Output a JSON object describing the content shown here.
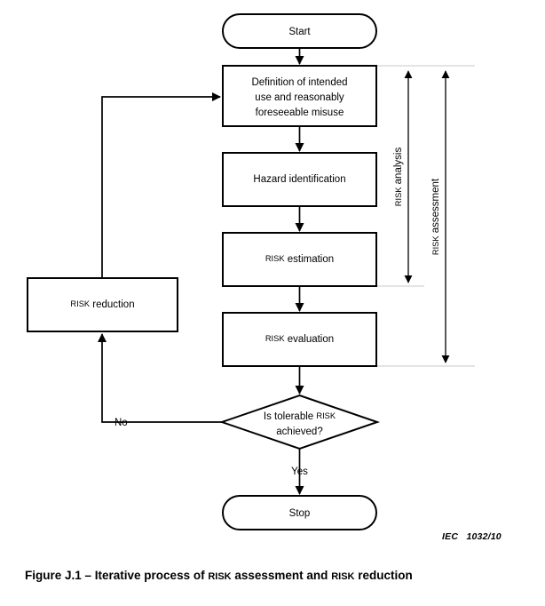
{
  "figure": {
    "caption_prefix": "Figure J.1 – Iterative process of ",
    "caption_sc1": "RISK",
    "caption_mid": " assessment and ",
    "caption_sc2": "RISK",
    "caption_suffix": " reduction",
    "caption_full": "Figure J.1 – Iterative process of RISK assessment and RISK reduction",
    "code": "IEC   1032/10"
  },
  "nodes": {
    "start": {
      "label": "Start",
      "shape": "rounded-terminator"
    },
    "definition": {
      "line1": "Definition of intended",
      "line2": "use and reasonably",
      "line3": "foreseeable misuse",
      "shape": "process-box"
    },
    "hazard": {
      "label": "Hazard identification",
      "shape": "process-box"
    },
    "risk_estimation": {
      "sc": "RISK",
      "rest": " estimation",
      "shape": "process-box"
    },
    "risk_evaluation": {
      "sc": "RISK",
      "rest": " evaluation",
      "shape": "process-box"
    },
    "decision": {
      "line1_pre": "Is tolerable ",
      "line1_sc": "RISK",
      "line2": "achieved?",
      "shape": "diamond"
    },
    "risk_reduction": {
      "sc": "RISK",
      "rest": " reduction",
      "shape": "process-box"
    },
    "stop": {
      "label": "Stop",
      "shape": "rounded-terminator"
    }
  },
  "edges": {
    "no_label": "No",
    "yes_label": "Yes"
  },
  "brackets": {
    "risk_analysis": {
      "sc": "RISK",
      "rest": " analysis"
    },
    "risk_assessment": {
      "sc": "RISK",
      "rest": " assessment"
    }
  },
  "colors": {
    "stroke": "#000000",
    "fill": "#ffffff",
    "guide": "#c8c8c8",
    "background": "#ffffff"
  }
}
